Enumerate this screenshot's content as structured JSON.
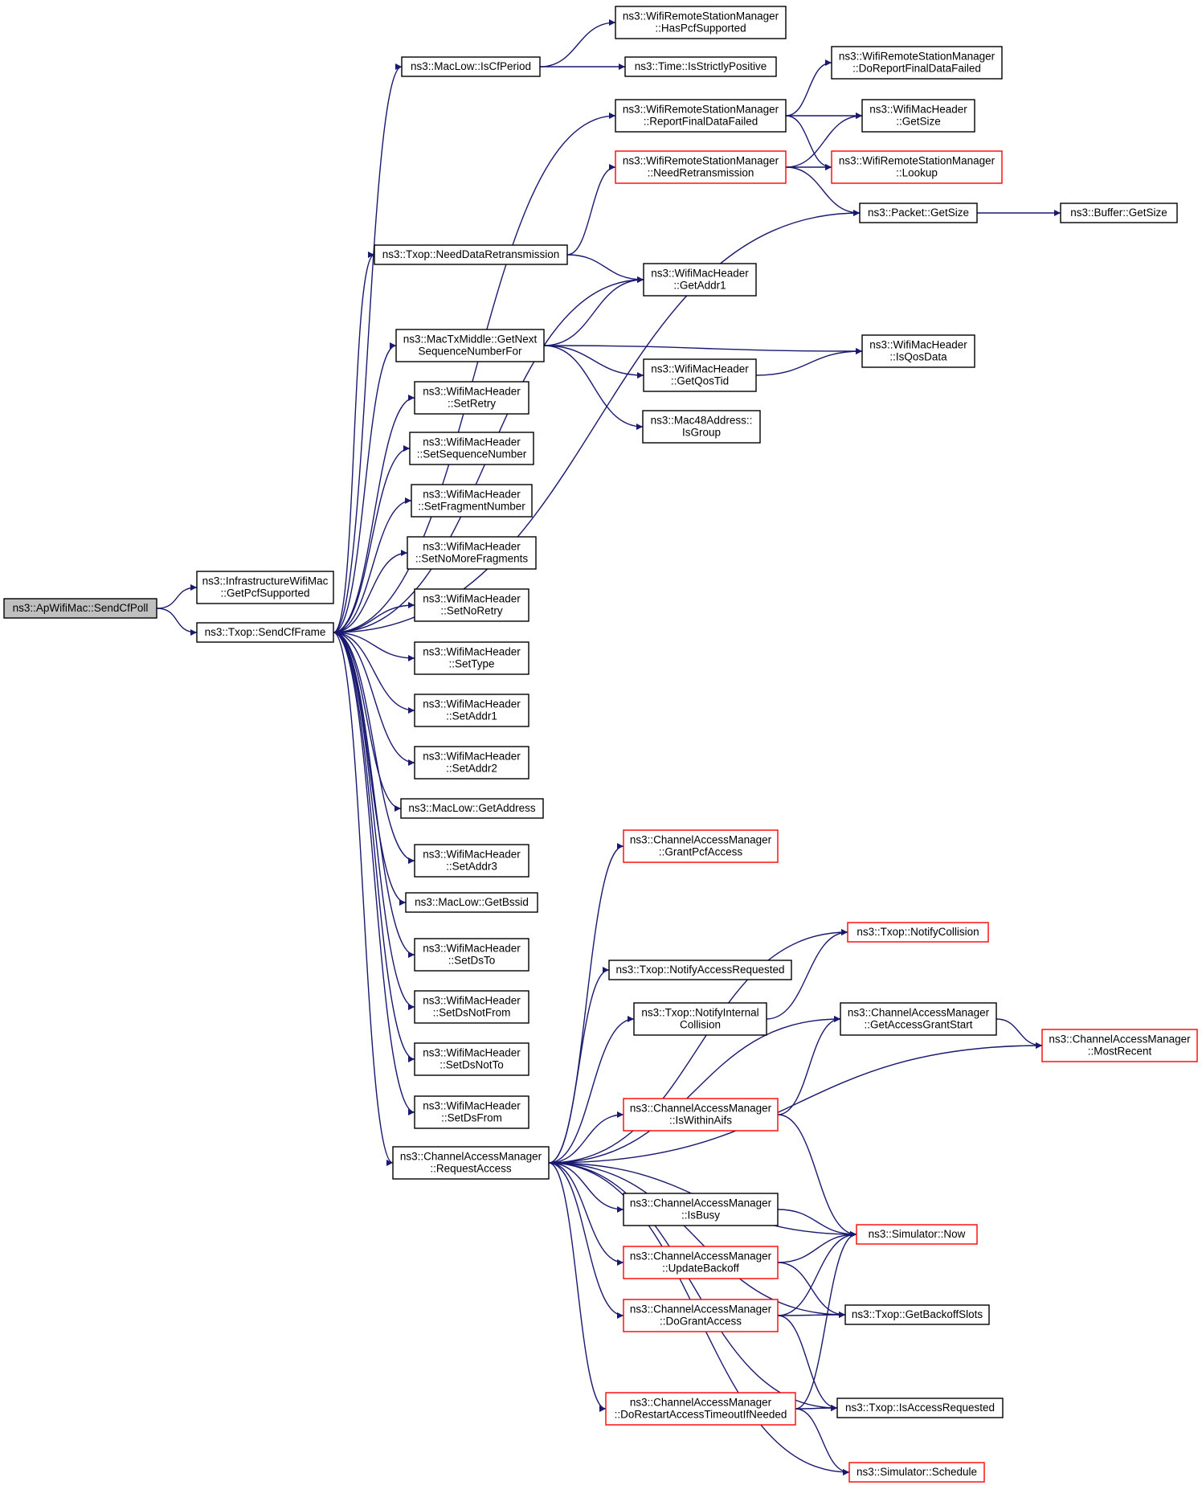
{
  "colors": {
    "edge": "#191970",
    "border_normal": "#000000",
    "border_truncated": "#ff0000",
    "fill_root": "#bfbfbf",
    "fill_normal": "#ffffff"
  },
  "nodes": [
    {
      "id": "root",
      "lines": [
        "ns3::ApWifiMac::SendCfPoll"
      ],
      "style": "root"
    },
    {
      "id": "getpcf",
      "lines": [
        "ns3::InfrastructureWifiMac",
        "::GetPcfSupported"
      ],
      "style": "normal"
    },
    {
      "id": "sendcf",
      "lines": [
        "ns3::Txop::SendCfFrame"
      ],
      "style": "normal"
    },
    {
      "id": "iscfp",
      "lines": [
        "ns3::MacLow::IsCfPeriod"
      ],
      "style": "normal"
    },
    {
      "id": "haspcf",
      "lines": [
        "ns3::WifiRemoteStationManager",
        "::HasPcfSupported"
      ],
      "style": "normal"
    },
    {
      "id": "strict",
      "lines": [
        "ns3::Time::IsStrictlyPositive"
      ],
      "style": "normal"
    },
    {
      "id": "dorep",
      "lines": [
        "ns3::WifiRemoteStationManager",
        "::DoReportFinalDataFailed"
      ],
      "style": "normal"
    },
    {
      "id": "repfin",
      "lines": [
        "ns3::WifiRemoteStationManager",
        "::ReportFinalDataFailed"
      ],
      "style": "normal"
    },
    {
      "id": "hdrsize",
      "lines": [
        "ns3::WifiMacHeader",
        "::GetSize"
      ],
      "style": "normal"
    },
    {
      "id": "needret",
      "lines": [
        "ns3::WifiRemoteStationManager",
        "::NeedRetransmission"
      ],
      "style": "truncated"
    },
    {
      "id": "lookup",
      "lines": [
        "ns3::WifiRemoteStationManager",
        "::Lookup"
      ],
      "style": "truncated"
    },
    {
      "id": "pktsize",
      "lines": [
        "ns3::Packet::GetSize"
      ],
      "style": "normal"
    },
    {
      "id": "bufsize",
      "lines": [
        "ns3::Buffer::GetSize"
      ],
      "style": "normal"
    },
    {
      "id": "needdata",
      "lines": [
        "ns3::Txop::NeedDataRetransmission"
      ],
      "style": "normal"
    },
    {
      "id": "addr1get",
      "lines": [
        "ns3::WifiMacHeader",
        "::GetAddr1"
      ],
      "style": "normal"
    },
    {
      "id": "nextseq",
      "lines": [
        "ns3::MacTxMiddle::GetNext",
        "SequenceNumberFor"
      ],
      "style": "normal"
    },
    {
      "id": "isqos",
      "lines": [
        "ns3::WifiMacHeader",
        "::IsQosData"
      ],
      "style": "normal"
    },
    {
      "id": "qostid",
      "lines": [
        "ns3::WifiMacHeader",
        "::GetQosTid"
      ],
      "style": "normal"
    },
    {
      "id": "isgroup",
      "lines": [
        "ns3::Mac48Address::",
        "IsGroup"
      ],
      "style": "normal"
    },
    {
      "id": "setretry",
      "lines": [
        "ns3::WifiMacHeader",
        "::SetRetry"
      ],
      "style": "normal"
    },
    {
      "id": "setseq",
      "lines": [
        "ns3::WifiMacHeader",
        "::SetSequenceNumber"
      ],
      "style": "normal"
    },
    {
      "id": "setfrag",
      "lines": [
        "ns3::WifiMacHeader",
        "::SetFragmentNumber"
      ],
      "style": "normal"
    },
    {
      "id": "setnomore",
      "lines": [
        "ns3::WifiMacHeader",
        "::SetNoMoreFragments"
      ],
      "style": "normal"
    },
    {
      "id": "setnoretry",
      "lines": [
        "ns3::WifiMacHeader",
        "::SetNoRetry"
      ],
      "style": "normal"
    },
    {
      "id": "settype",
      "lines": [
        "ns3::WifiMacHeader",
        "::SetType"
      ],
      "style": "normal"
    },
    {
      "id": "setaddr1",
      "lines": [
        "ns3::WifiMacHeader",
        "::SetAddr1"
      ],
      "style": "normal"
    },
    {
      "id": "setaddr2",
      "lines": [
        "ns3::WifiMacHeader",
        "::SetAddr2"
      ],
      "style": "normal"
    },
    {
      "id": "getaddress",
      "lines": [
        "ns3::MacLow::GetAddress"
      ],
      "style": "normal"
    },
    {
      "id": "setaddr3",
      "lines": [
        "ns3::WifiMacHeader",
        "::SetAddr3"
      ],
      "style": "normal"
    },
    {
      "id": "getbssid",
      "lines": [
        "ns3::MacLow::GetBssid"
      ],
      "style": "normal"
    },
    {
      "id": "setdsto",
      "lines": [
        "ns3::WifiMacHeader",
        "::SetDsTo"
      ],
      "style": "normal"
    },
    {
      "id": "setdsnotfrom",
      "lines": [
        "ns3::WifiMacHeader",
        "::SetDsNotFrom"
      ],
      "style": "normal"
    },
    {
      "id": "setdsnotto",
      "lines": [
        "ns3::WifiMacHeader",
        "::SetDsNotTo"
      ],
      "style": "normal"
    },
    {
      "id": "setdsfrom",
      "lines": [
        "ns3::WifiMacHeader",
        "::SetDsFrom"
      ],
      "style": "normal"
    },
    {
      "id": "reqacc",
      "lines": [
        "ns3::ChannelAccessManager",
        "::RequestAccess"
      ],
      "style": "normal"
    },
    {
      "id": "grantpcf",
      "lines": [
        "ns3::ChannelAccessManager",
        "::GrantPcfAccess"
      ],
      "style": "truncated"
    },
    {
      "id": "notifycol",
      "lines": [
        "ns3::Txop::NotifyCollision"
      ],
      "style": "truncated"
    },
    {
      "id": "notifyreq",
      "lines": [
        "ns3::Txop::NotifyAccessRequested"
      ],
      "style": "normal"
    },
    {
      "id": "notifyint",
      "lines": [
        "ns3::Txop::NotifyInternal",
        "Collision"
      ],
      "style": "normal"
    },
    {
      "id": "getgrant",
      "lines": [
        "ns3::ChannelAccessManager",
        "::GetAccessGrantStart"
      ],
      "style": "normal"
    },
    {
      "id": "mostrecent",
      "lines": [
        "ns3::ChannelAccessManager",
        "::MostRecent"
      ],
      "style": "truncated"
    },
    {
      "id": "withinaifs",
      "lines": [
        "ns3::ChannelAccessManager",
        "::IsWithinAifs"
      ],
      "style": "truncated"
    },
    {
      "id": "isbusy",
      "lines": [
        "ns3::ChannelAccessManager",
        "::IsBusy"
      ],
      "style": "normal"
    },
    {
      "id": "simnow",
      "lines": [
        "ns3::Simulator::Now"
      ],
      "style": "truncated"
    },
    {
      "id": "updback",
      "lines": [
        "ns3::ChannelAccessManager",
        "::UpdateBackoff"
      ],
      "style": "truncated"
    },
    {
      "id": "dogrant",
      "lines": [
        "ns3::ChannelAccessManager",
        "::DoGrantAccess"
      ],
      "style": "truncated"
    },
    {
      "id": "backslots",
      "lines": [
        "ns3::Txop::GetBackoffSlots"
      ],
      "style": "normal"
    },
    {
      "id": "dorestart",
      "lines": [
        "ns3::ChannelAccessManager",
        "::DoRestartAccessTimeoutIfNeeded"
      ],
      "style": "truncated"
    },
    {
      "id": "isaccreq",
      "lines": [
        "ns3::Txop::IsAccessRequested"
      ],
      "style": "normal"
    },
    {
      "id": "schedule",
      "lines": [
        "ns3::Simulator::Schedule"
      ],
      "style": "truncated"
    }
  ],
  "edges": [
    [
      "root",
      "getpcf"
    ],
    [
      "root",
      "sendcf"
    ],
    [
      "sendcf",
      "iscfp"
    ],
    [
      "sendcf",
      "repfin"
    ],
    [
      "sendcf",
      "pktsize"
    ],
    [
      "sendcf",
      "needdata"
    ],
    [
      "sendcf",
      "addr1get"
    ],
    [
      "sendcf",
      "nextseq"
    ],
    [
      "sendcf",
      "setretry"
    ],
    [
      "sendcf",
      "setseq"
    ],
    [
      "sendcf",
      "setfrag"
    ],
    [
      "sendcf",
      "setnomore"
    ],
    [
      "sendcf",
      "setnoretry"
    ],
    [
      "sendcf",
      "settype"
    ],
    [
      "sendcf",
      "setaddr1"
    ],
    [
      "sendcf",
      "setaddr2"
    ],
    [
      "sendcf",
      "getaddress"
    ],
    [
      "sendcf",
      "setaddr3"
    ],
    [
      "sendcf",
      "getbssid"
    ],
    [
      "sendcf",
      "setdsto"
    ],
    [
      "sendcf",
      "setdsnotfrom"
    ],
    [
      "sendcf",
      "setdsnotto"
    ],
    [
      "sendcf",
      "setdsfrom"
    ],
    [
      "sendcf",
      "reqacc"
    ],
    [
      "iscfp",
      "haspcf"
    ],
    [
      "iscfp",
      "strict"
    ],
    [
      "repfin",
      "dorep"
    ],
    [
      "repfin",
      "hdrsize"
    ],
    [
      "repfin",
      "lookup"
    ],
    [
      "needret",
      "hdrsize"
    ],
    [
      "needret",
      "lookup"
    ],
    [
      "needret",
      "pktsize"
    ],
    [
      "pktsize",
      "bufsize"
    ],
    [
      "needdata",
      "needret"
    ],
    [
      "needdata",
      "addr1get"
    ],
    [
      "nextseq",
      "addr1get"
    ],
    [
      "nextseq",
      "isqos"
    ],
    [
      "nextseq",
      "qostid"
    ],
    [
      "nextseq",
      "isgroup"
    ],
    [
      "qostid",
      "isqos"
    ],
    [
      "reqacc",
      "grantpcf"
    ],
    [
      "reqacc",
      "notifycol"
    ],
    [
      "reqacc",
      "notifyreq"
    ],
    [
      "reqacc",
      "notifyint"
    ],
    [
      "reqacc",
      "getgrant"
    ],
    [
      "reqacc",
      "mostrecent"
    ],
    [
      "reqacc",
      "withinaifs"
    ],
    [
      "reqacc",
      "isbusy"
    ],
    [
      "reqacc",
      "simnow"
    ],
    [
      "reqacc",
      "updback"
    ],
    [
      "reqacc",
      "dogrant"
    ],
    [
      "reqacc",
      "backslots"
    ],
    [
      "reqacc",
      "dorestart"
    ],
    [
      "reqacc",
      "isaccreq"
    ],
    [
      "reqacc",
      "schedule"
    ],
    [
      "notifyint",
      "notifycol"
    ],
    [
      "getgrant",
      "mostrecent"
    ],
    [
      "withinaifs",
      "getgrant"
    ],
    [
      "withinaifs",
      "simnow"
    ],
    [
      "isbusy",
      "simnow"
    ],
    [
      "updback",
      "simnow"
    ],
    [
      "updback",
      "backslots"
    ],
    [
      "dogrant",
      "simnow"
    ],
    [
      "dogrant",
      "backslots"
    ],
    [
      "dogrant",
      "isaccreq"
    ],
    [
      "dorestart",
      "simnow"
    ],
    [
      "dorestart",
      "isaccreq"
    ],
    [
      "dorestart",
      "schedule"
    ]
  ]
}
